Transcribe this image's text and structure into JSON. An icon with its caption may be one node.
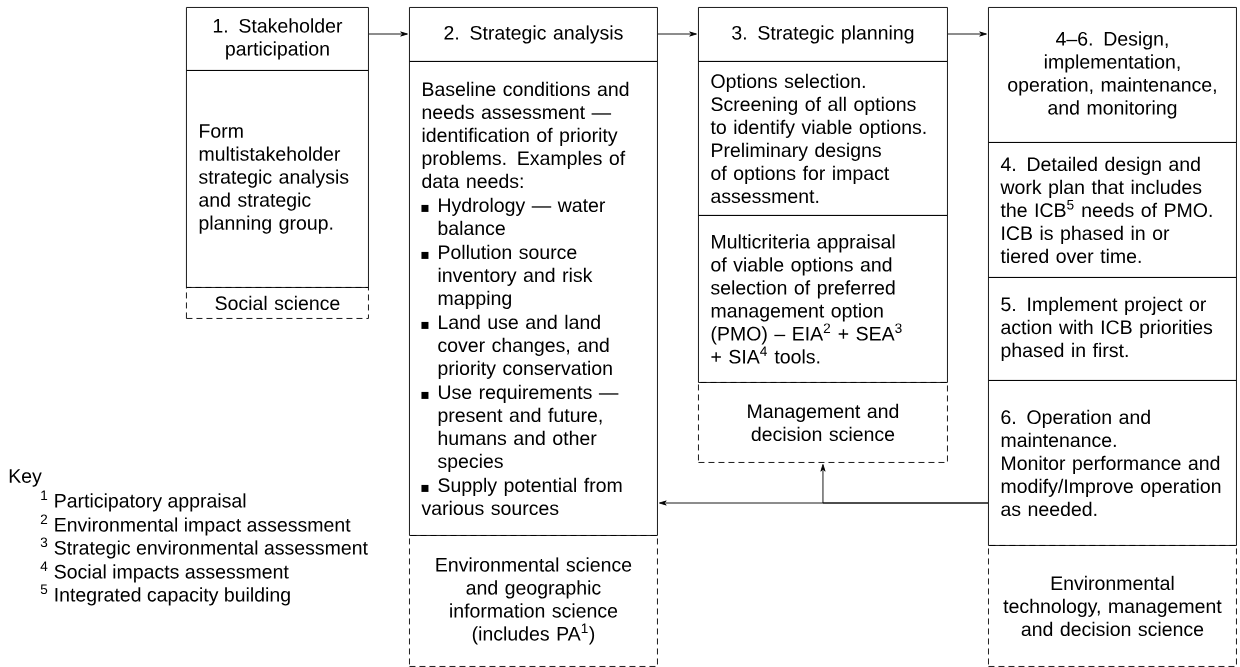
{
  "diagram": {
    "nodes": [
      {
        "text": [
          "1. Stakeholder participation"
        ]
      },
      {
        "text": [
          "Form multistakeholder strategic analysis and strategic planning group."
        ]
      },
      {
        "text": [
          "Social science"
        ]
      },
      {
        "text": [
          "2. Strategic analysis"
        ]
      },
      {
        "text": [
          "Baseline conditions and needs assessment — identification of priority problems. Examples of data needs:",
          "Hydrology — water balance",
          "Pollution source inventory and risk mapping",
          "Land use and land cover changes, and priority conservation",
          "Use requirements — present and future, humans and other species",
          "Supply potential from various sources"
        ]
      },
      {
        "text": [
          "Environmental science and geographic information science (includes PA$^{1}$)"
        ]
      },
      {
        "text": [
          "3. Strategic planning"
        ]
      },
      {
        "text": [
          "Options selection. Screening of all options to identify viable options. Preliminary designs of options for impact assessment."
        ]
      },
      {
        "text": [
          "Multicriteria appraisal of viable options and selection of preferred management option (PMO) – EIA$^{2}$ + SEA$^{3}$ + SIA$^{4}$ tools."
        ]
      },
      {
        "text": [
          "Management and decision science"
        ]
      },
      {
        "text": [
          "4–6. Design, implementation, operation, maintenance, and monitoring"
        ]
      },
      {
        "text": [
          "4. Detailed design and work plan that includes the ICB$^{5}$ needs of PMO. ICB is phased in or tiered over time."
        ]
      },
      {
        "text": [
          "5. Implement project or action with ICB priorities phased in first."
        ]
      },
      {
        "text": [
          "6. Operation and maintenance.",
          "Monitor performance and modify/Improve operation as needed."
        ]
      },
      {
        "text": [
          "Environmental technology, management and decision science"
        ]
      }
    ],
    "edges": [
      {
        "from": 0,
        "to": 3,
        "arrow": "to"
      },
      {
        "from": 3,
        "to": 6,
        "arrow": "to"
      },
      {
        "from": 6,
        "to": 10,
        "arrow": "to"
      },
      {
        "from": 13,
        "to": 4,
        "arrow": "to"
      },
      {
        "from": 13,
        "to": 9,
        "arrow": "to"
      }
    ],
    "labels": [
      "Key",
      "$^{1}$ Participatory appraisal",
      "$^{2}$ Environmental impact assessment",
      "$^{3}$ Strategic environmental assessment",
      "$^{4}$ Social impacts assessment",
      "$^{5}$ Integrated capacity building"
    ]
  }
}
